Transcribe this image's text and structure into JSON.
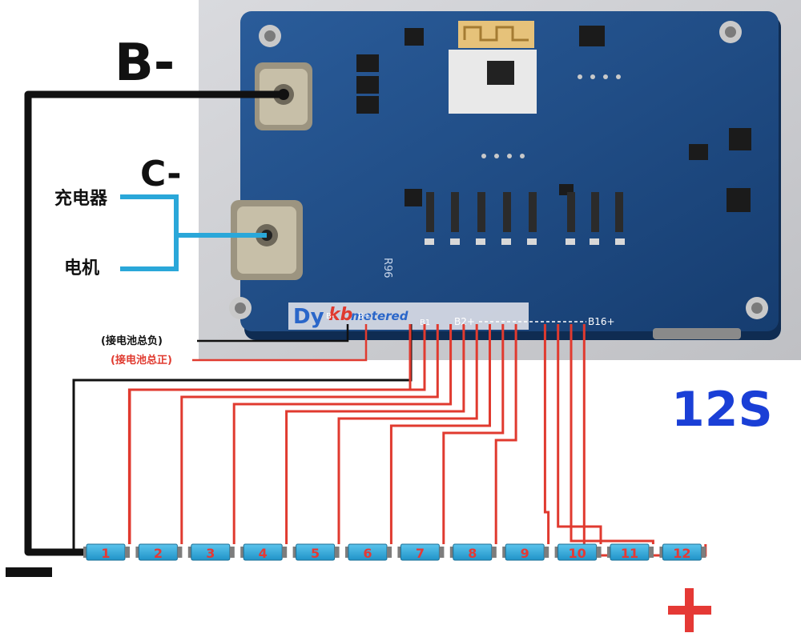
{
  "labels": {
    "b_minus": "B-",
    "c_minus": "C-",
    "charger": "充电器",
    "motor": "电机",
    "pack_negative_note": "(接电池总负)",
    "pack_positive_note": "(接电池总正)",
    "series_count": "12S",
    "negative_symbol": "−",
    "positive_symbol": "+"
  },
  "board": {
    "watermark_dy": "Dy",
    "watermark_kb": "kb",
    "watermark_metered": "metered",
    "silk_r96": "R96",
    "silk_b_minus": "B-",
    "silk_b_plus": "B+",
    "silk_b1": "B1",
    "silk_b2": "B2+",
    "silk_b16": "B16+"
  },
  "cells": [
    "1",
    "2",
    "3",
    "4",
    "5",
    "6",
    "7",
    "8",
    "9",
    "10",
    "11",
    "12"
  ],
  "colors": {
    "board": "#1f4f8c",
    "cell": "#26a3d6",
    "cell_text": "#e53935",
    "balance_wire": "#e03a2f",
    "charger_wire": "#2aa7d9",
    "black_wire": "#111111",
    "series_label": "#1a3fd6",
    "plus": "#e53935"
  }
}
